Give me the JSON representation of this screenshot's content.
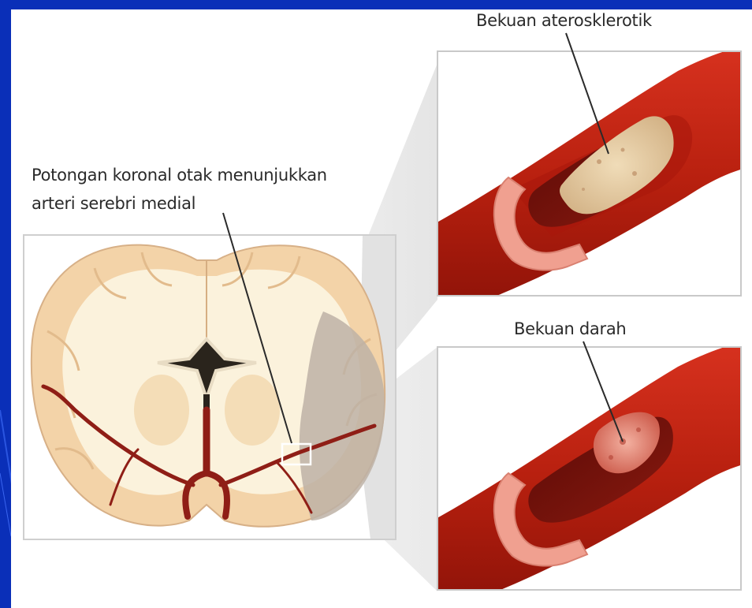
{
  "labels": {
    "coronal_line1": "Potongan koronal otak menunjukkan",
    "coronal_line2": "arteri serebri medial",
    "atherosclerotic_clot": "Bekuan aterosklerotik",
    "blood_clot": "Bekuan darah"
  },
  "colors": {
    "slide_background": "#0a2fb8",
    "artery_red": "#c8261c",
    "brain_white_matter": "#fbf2dc",
    "brain_cortex": "#f3d3a8",
    "infarct_gray": "#bdb2a6",
    "plaque_tan": "#e5cfa6",
    "blood_clot": "#d9786a"
  }
}
